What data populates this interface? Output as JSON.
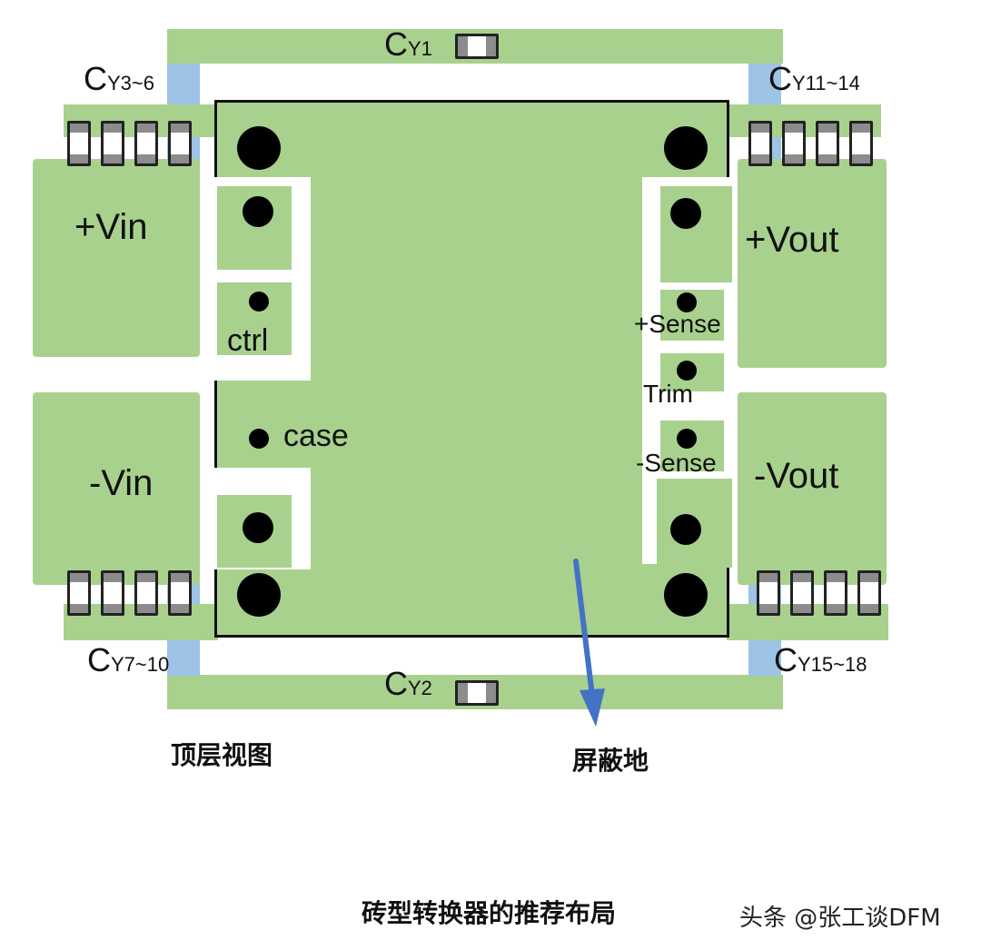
{
  "capacitors": {
    "cy1": {
      "main": "C",
      "sub": "Y1"
    },
    "cy2": {
      "main": "C",
      "sub": "Y2"
    },
    "cy3_6": {
      "main": "C",
      "sub": "Y3~6"
    },
    "cy7_10": {
      "main": "C",
      "sub": "Y7~10"
    },
    "cy11_14": {
      "main": "C",
      "sub": "Y11~14"
    },
    "cy15_18": {
      "main": "C",
      "sub": "Y15~18"
    }
  },
  "pins": {
    "vin_pos": "+Vin",
    "vin_neg": "-Vin",
    "vout_pos": "+Vout",
    "vout_neg": "-Vout",
    "ctrl": "ctrl",
    "case": "case",
    "sense_pos": "+Sense",
    "trim": "Trim",
    "sense_neg": "-Sense"
  },
  "labels": {
    "top_view": "顶层视图",
    "shield_ground": "屏蔽地",
    "caption": "砖型转换器的推荐布局",
    "watermark": "头条 @张工谈DFM"
  },
  "colors": {
    "copper": "#a9d18e",
    "blue_gap": "#9dc3e6",
    "arrow": "#4472c4"
  }
}
